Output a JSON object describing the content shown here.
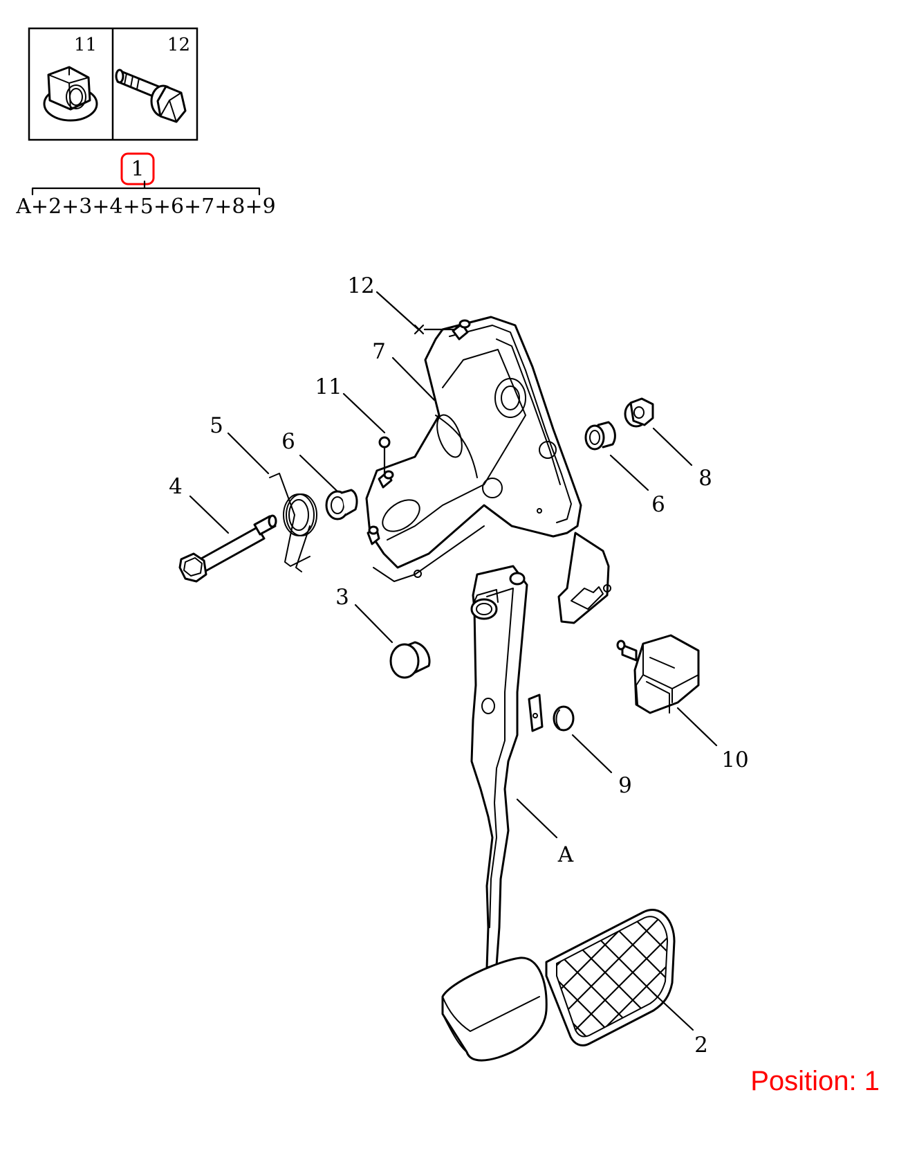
{
  "inset": {
    "cells": [
      {
        "label": "11",
        "icon": "flange-nut-icon"
      },
      {
        "label": "12",
        "icon": "flange-bolt-icon"
      }
    ],
    "assembly_number": "1",
    "assembly_formula": "A+2+3+4+5+6+7+8+9"
  },
  "callouts": {
    "c12": "12",
    "c7": "7",
    "c11": "11",
    "c5": "5",
    "c6_left": "6",
    "c4": "4",
    "c3": "3",
    "c8": "8",
    "c6_right": "6",
    "c10": "10",
    "c9": "9",
    "cA": "A",
    "c2": "2"
  },
  "highlight_color": "#ff0000",
  "position_label": "Position: 1"
}
